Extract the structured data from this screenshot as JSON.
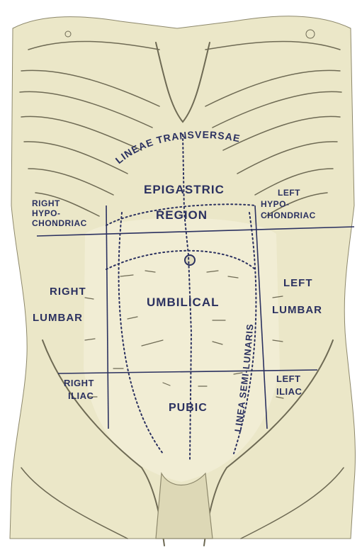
{
  "figure": {
    "regions": {
      "right_hypochondriac": [
        "RIGHT",
        "HYPO-",
        "CHONDRIAC"
      ],
      "epigastric": [
        "EPIGASTRIC",
        "REGION"
      ],
      "left_hypochondriac": [
        "LEFT",
        "HYPO-",
        "CHONDRIAC"
      ],
      "right_lumbar": [
        "RIGHT",
        "LUMBAR"
      ],
      "umbilical": [
        "UMBILICAL"
      ],
      "left_lumbar": [
        "LEFT",
        "LUMBAR"
      ],
      "right_iliac": [
        "RIGHT",
        "ILIAC"
      ],
      "pubic": [
        "PUBIC"
      ],
      "left_iliac": [
        "LEFT",
        "ILIAC"
      ]
    },
    "lines": {
      "lineae_transversae": "LINEAE TRANSVERSAE",
      "linea_semilunaris": "LINEA SEMI-LUNARIS"
    },
    "colors": {
      "background": "#ffffff",
      "skin": "#ebe7c8",
      "shading": "#6e6a54",
      "label_ink": "#2b3160"
    }
  }
}
